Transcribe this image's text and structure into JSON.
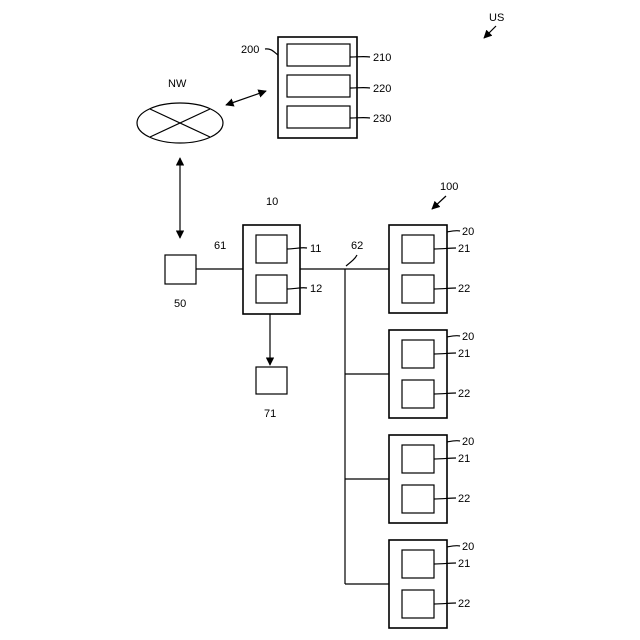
{
  "labels": {
    "system": "US",
    "server": "200",
    "server_unit_1": "210",
    "server_unit_2": "220",
    "server_unit_3": "230",
    "network": "NW",
    "building_system": "100",
    "controller": "10",
    "controller_unit_1": "11",
    "controller_unit_2": "12",
    "terminal": "50",
    "terminal_line": "61",
    "bus_line": "62",
    "output_device": "71"
  },
  "devices": [
    {
      "id": "20",
      "unit_a": "21",
      "unit_b": "22"
    },
    {
      "id": "20",
      "unit_a": "21",
      "unit_b": "22"
    },
    {
      "id": "20",
      "unit_a": "21",
      "unit_b": "22"
    },
    {
      "id": "20",
      "unit_a": "21",
      "unit_b": "22"
    }
  ]
}
